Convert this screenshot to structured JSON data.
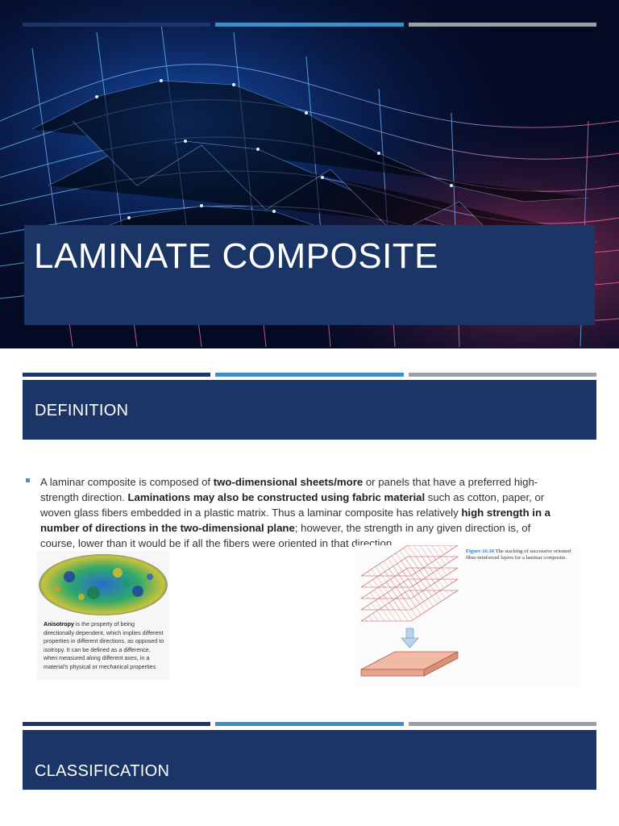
{
  "slide1": {
    "title": "LAMINATE COMPOSITE"
  },
  "slide2": {
    "header": "DEFINITION",
    "paragraph": {
      "t1": "A laminar composite is composed of ",
      "b1": "two-dimensional sheets/more",
      "t2": " or panels that have a preferred high-strength direction. ",
      "b2": "Laminations may also be constructed using fabric material",
      "t3": " such as cotton, paper, or woven glass fibers embedded in a plastic matrix. Thus a laminar composite has relatively ",
      "b3": "high strength in a number of directions in the two-dimensional plane",
      "t4": "; however, the strength in any given direction is, of course, lower than it would be if all the fibers were oriented in that direction."
    },
    "anisotropy": {
      "term": "Anisotropy",
      "text": " is the property of being directionally dependent, which implies different properties in different directions, as opposed to isotropy. It can be defined as a difference, when measured along different axes, in a material's physical or mechanical properties"
    },
    "figure": {
      "label": "Figure 16.16",
      "caption": " The stacking of successive oriented fiber-reinforced layers for a laminar composite."
    }
  },
  "slide3": {
    "header": "CLASSIFICATION"
  },
  "colors": {
    "navy": "#1b3566",
    "blue": "#3f8fc4",
    "gray": "#9aa0a8",
    "slab": "#e8a58e"
  }
}
